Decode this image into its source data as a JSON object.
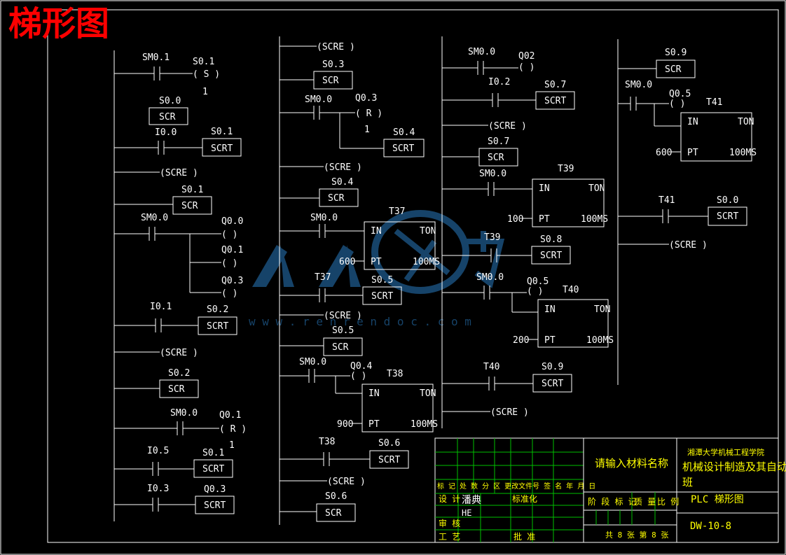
{
  "page_title": "梯形图",
  "col1": {
    "sm01": "SM0.1",
    "s01": "S0.1",
    "s_coil": "( S )",
    "one_a": "1",
    "s00": "S0.0",
    "scr": "SCR",
    "i00": "I0.0",
    "s01b": "S0.1",
    "scrt": "SCRT",
    "scre": "(SCRE   )",
    "s01c": "S0.1",
    "sm00": "SM0.0",
    "q00": "Q0.0",
    "q01": "Q0.1",
    "q03": "Q0.3",
    "coil": "(   )",
    "i01": "I0.1",
    "s02": "S0.2",
    "s02b": "S0.2",
    "sm00b": "SM0.0",
    "q01b": "Q0.1",
    "r_coil": "( R )",
    "one_b": "1",
    "i05": "I0.5",
    "s01d": "S0.1",
    "i03": "I0.3",
    "q03b": "Q0.3"
  },
  "col2": {
    "scre_top": "(SCRE   )",
    "s03": "S0.3",
    "sm00": "SM0.0",
    "q03": "Q0.3",
    "r_coil": "( R )",
    "one": "1",
    "s04": "S0.4",
    "scre2": "(SCRE   )",
    "s04b": "S0.4",
    "sm00b": "SM0.0",
    "t37": "T37",
    "in": "IN",
    "ton": "TON",
    "k600": "600",
    "pt": "PT",
    "ms": "100MS",
    "t37b": "T37",
    "s05": "S0.5",
    "scre3": "(SCRE   )",
    "s05b": "S0.5",
    "sm00c": "SM0.0",
    "q04": "Q0.4",
    "t38": "T38",
    "k900": "900",
    "t38b": "T38",
    "s06": "S0.6",
    "scre4": "(SCRE   )",
    "s06b": "S0.6"
  },
  "col3": {
    "sm00": "SM0.0",
    "q02": "Q02",
    "i02": "I0.2",
    "s07": "S0.7",
    "scre": "(SCRE   )",
    "s07b": "S0.7",
    "sm00b": "SM0.0",
    "t39": "T39",
    "k100": "100",
    "t39b": "T39",
    "s08": "S0.8",
    "sm00c": "SM0.0",
    "q05": "Q0.5",
    "t40": "T40",
    "k200": "200",
    "t40b": "T40",
    "s09": "S0.9",
    "scre2": "(SCRE   )"
  },
  "col4": {
    "s09": "S0.9",
    "sm00": "SM0.0",
    "q05": "Q0.5",
    "t41": "T41",
    "k600": "600",
    "t41b": "T41",
    "s00": "S0.0",
    "scre": "(SCRE   )"
  },
  "title_block": {
    "material": "请输入材料名称",
    "school": "湘潭大学机械工程学院",
    "major_1": "机械设计制造及其自动化",
    "major_2": "班",
    "row_headers": "标 记 处 数  分   区 更改文件号 签 名 年 月 日",
    "design": "设 计",
    "designer": "潘典",
    "designer_2": "HE",
    "standard": "标准化",
    "stage_mark": "阶 段 标 记",
    "weight": "质 量",
    "scale": "比 例",
    "drawing_name": "PLC 梯形图",
    "review": "审 核",
    "process": "工 艺",
    "approve": "批 准",
    "sheets": "共  8 张  第 8 张",
    "drawing_no": "DW-10-8"
  },
  "watermark": {
    "site": "w w w . r e n r e n d o c . c o m"
  },
  "colors": {
    "frame": "#ffffff",
    "line": "#ffffff",
    "grid": "#00cc00",
    "tb_text": "#ffff00",
    "title": "#ff0000",
    "watermark": "#1e5a8c"
  }
}
